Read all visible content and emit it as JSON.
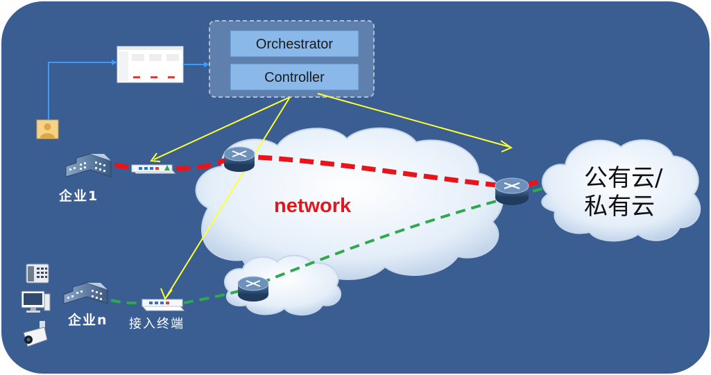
{
  "control_box": {
    "orchestrator_label": "Orchestrator",
    "controller_label": "Controller"
  },
  "network_label": "network",
  "cloud_label": {
    "line1": "公有云/",
    "line2": "私有云"
  },
  "enterprise_1_label": "企业1",
  "enterprise_n_label": "企业n",
  "access_terminal_label": "接入终端",
  "colors": {
    "background": "#3c5f91",
    "panel": "#3a5e92",
    "cloud_fill": "#eef4fb",
    "box_button": "#8ab8e8",
    "red_path": "#e8141a",
    "green_path": "#2fa84f",
    "yellow_link": "#ffff33",
    "blue_link": "#3a9cff"
  }
}
